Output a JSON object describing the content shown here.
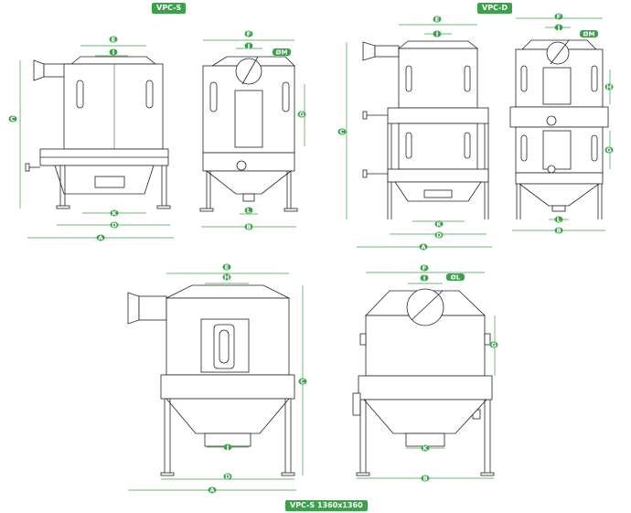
{
  "labels": {
    "vpc_s": "VPC-S",
    "vpc_d": "VPC-D",
    "vpc_s_large": "VPC-S 1360x1360"
  },
  "dims": {
    "a": "A",
    "b": "B",
    "c": "C",
    "d": "D",
    "e": "E",
    "f": "F",
    "g": "G",
    "h": "H",
    "i": "I",
    "j": "J",
    "k": "K",
    "l": "L",
    "m": "ØM",
    "l_dia": "ØL"
  },
  "colors": {
    "accent": "#3aa34a",
    "line": "#222222"
  }
}
